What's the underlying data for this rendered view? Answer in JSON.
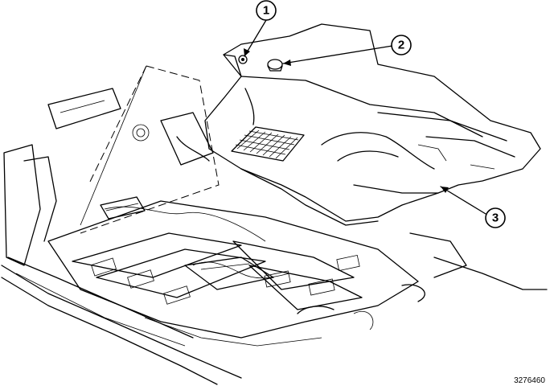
{
  "callouts": [
    {
      "label": "1",
      "part": "fastener"
    },
    {
      "label": "2",
      "part": "plug"
    },
    {
      "label": "3",
      "part": "carpet"
    }
  ],
  "figure_id": "3276460",
  "colors": {
    "line": "#000000",
    "background": "#ffffff",
    "carpet_fill": "#f2f2f2"
  }
}
